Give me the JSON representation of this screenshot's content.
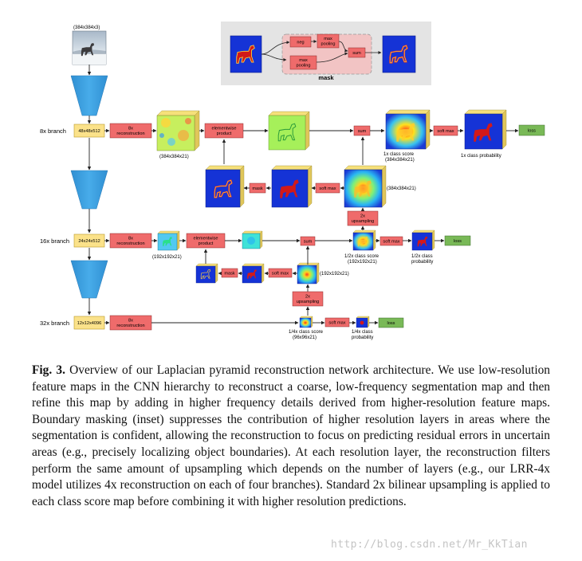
{
  "figure": {
    "input": {
      "size_label": "(384x384x3)"
    },
    "inset": {
      "neg": "neg",
      "max_pooling": "max pooling",
      "max_pooling2": "max pooling",
      "sum": "sum",
      "caption": "mask"
    },
    "branch8": {
      "name": "8x branch",
      "feature": "48x48x512",
      "reconstruction": "8x reconstruction",
      "recon_size": "(384x384x21)",
      "elementwise": "elementwise product",
      "sum": "sum",
      "score_label": "1x class score",
      "score_size": "(384x384x21)",
      "softmax": "soft max",
      "prob_label": "1x class probability",
      "loss": "loss",
      "mask": "mask",
      "softmax2": "soft max",
      "size2": "(384x384x21)",
      "upsampling": "2x upsampling"
    },
    "branch16": {
      "name": "16x branch",
      "feature": "24x24x512",
      "reconstruction": "8x reconstruction",
      "recon_size": "(192x192x21)",
      "elementwise": "elementwise product",
      "sum": "sum",
      "score_label": "1/2x class score",
      "score_size": "(192x192x21)",
      "softmax": "soft max",
      "prob_label": "1/2x class probability",
      "loss": "loss",
      "mask": "mask",
      "softmax2": "soft max",
      "size2": "(192x192x21)",
      "upsampling": "2x upsampling"
    },
    "branch32": {
      "name": "32x branch",
      "feature": "12x12x4096",
      "reconstruction": "8x reconstruction",
      "score_label": "1/4x class score",
      "score_size": "(96x96x21)",
      "softmax": "soft max",
      "prob_label": "1/4x class probability",
      "loss": "loss"
    }
  },
  "caption": {
    "label": "Fig. 3.",
    "text": "Overview of our Laplacian pyramid reconstruction network architecture. We use low-resolution feature maps in the CNN hierarchy to reconstruct a coarse, low-frequency segmentation map and then refine this map by adding in higher frequency details derived from higher-resolution feature maps. Boundary masking (inset) suppresses the contribution of higher resolution layers in areas where the segmentation is confident, allowing the reconstruction to focus on predicting residual errors in uncertain areas (e.g., precisely localizing object boundaries). At each resolution layer, the reconstruction filters perform the same amount of upsampling which depends on the number of layers (e.g., our LRR-4x model utilizes 4x reconstruction on each of four branches). Standard 2x bilinear upsampling is applied to each class score map before combining it with higher resolution predictions."
  },
  "watermark": "http://blog.csdn.net/Mr_KkTian",
  "colors": {
    "op_box": "#ef6b6b",
    "feature_box": "#fbe28a",
    "loss_box": "#79b957",
    "cnn_trapezoid": "#3aa0e0",
    "inset_bg": "#e6e6e6"
  }
}
